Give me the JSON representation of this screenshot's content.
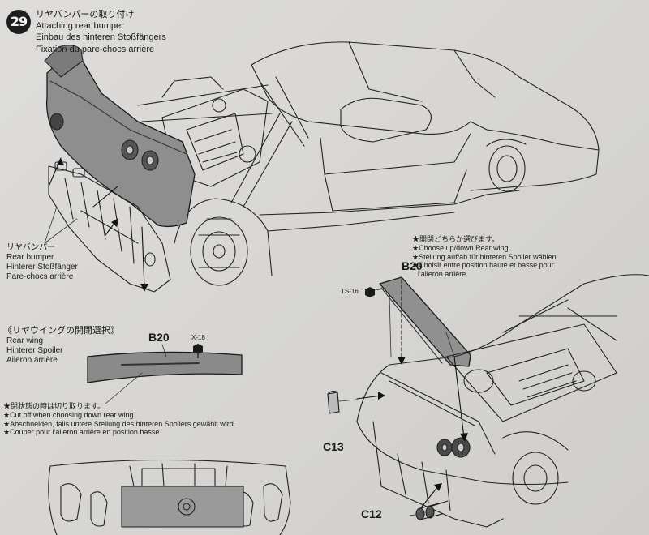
{
  "step": {
    "number": "29",
    "title_jp": "リヤバンパーの取り付け",
    "title_en": "Attaching rear bumper",
    "title_de": "Einbau des hinteren Stoßfängers",
    "title_fr": "Fixation du pare-chocs arrière"
  },
  "bumper_label": {
    "jp": "リヤバンパー",
    "en": "Rear bumper",
    "de": "Hinterer Stoßfänger",
    "fr": "Pare-chocs arrière"
  },
  "wing_select": {
    "jp": "《リヤウイングの開閉選択》",
    "en": "Rear wing",
    "de": "Hinterer Spoiler",
    "fr": "Aileron arrière"
  },
  "cut_note": {
    "jp": "★閉状態の時は切り取ります。",
    "en": "★Cut off when choosing down rear wing.",
    "de": "★Abschneiden, falls untere Stellung des hinteren Spoilers gewählt wird.",
    "fr": "★Couper pour l'aileron arrière en position basse."
  },
  "choose_note": {
    "jp": "★開閉どちらか選びます。",
    "en": "★Choose up/down Rear wing.",
    "de": "★Stellung auf/ab für hinteren Spoiler wählen.",
    "fr1": "★Choisir entre position haute et basse pour",
    "fr2": "l'aileron arrière."
  },
  "parts": {
    "b20_left": "B20",
    "b20_right": "B20",
    "x18": "X-18",
    "ts16": "TS-16",
    "c13": "C13",
    "c12": "C12"
  },
  "colors": {
    "paper": "#d9d9d6",
    "ink": "#1a1a1a",
    "part_fill": "#8a8a8a"
  },
  "icons": [
    "screw-icon"
  ]
}
